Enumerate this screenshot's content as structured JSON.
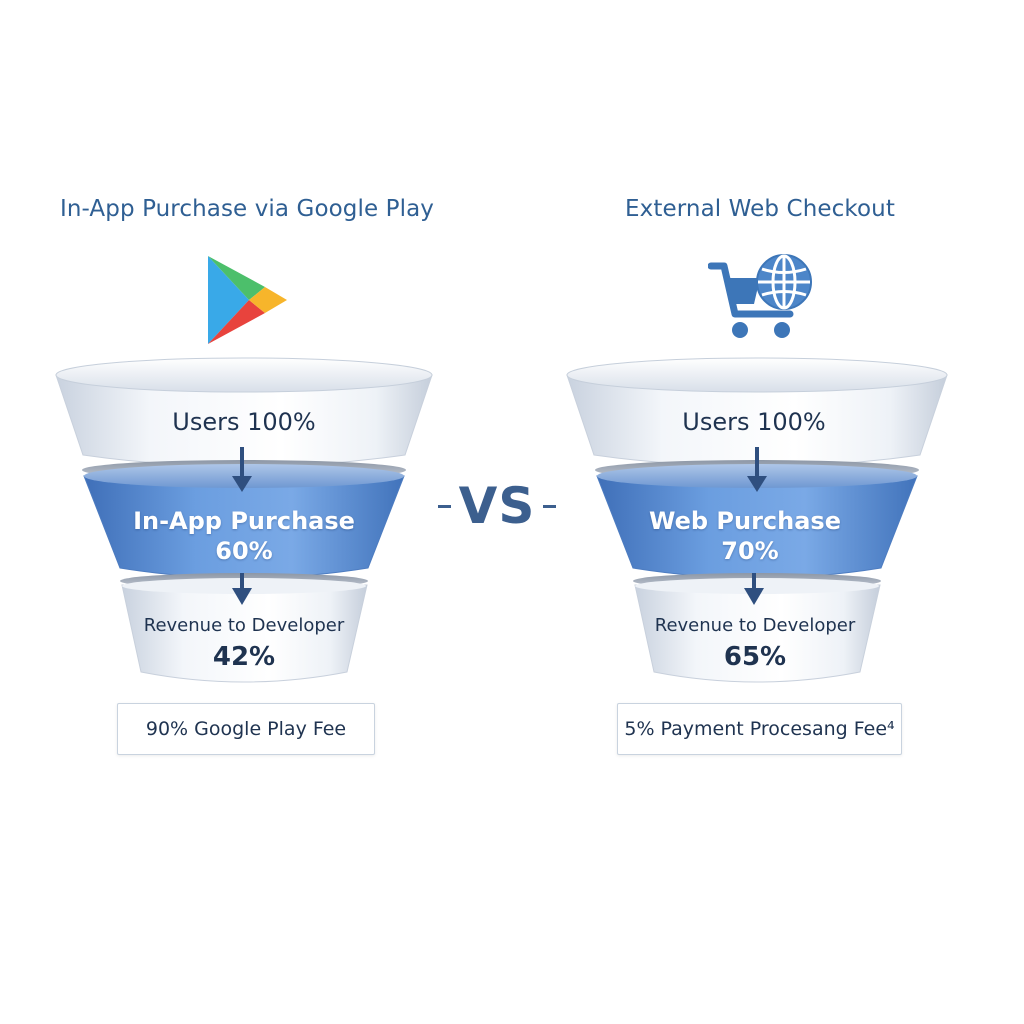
{
  "left": {
    "title": "In-App Purchase via Google Play",
    "icon": "google-play-icon",
    "stages": {
      "users": "Users 100%",
      "purchase_label": "In-App Purchase",
      "purchase_value": "60%",
      "revenue_label": "Revenue to Developer",
      "revenue_value": "42%"
    },
    "fee": "90% Google Play Fee"
  },
  "right": {
    "title": "External Web Checkout",
    "icon": "cart-globe-icon",
    "stages": {
      "users": "Users 100%",
      "purchase_label": "Web Purchase",
      "purchase_value": "70%",
      "revenue_label": "Revenue to Developer",
      "revenue_value": "65%"
    },
    "fee": "5% Payment Procesang Fee⁴"
  },
  "vs": "VS",
  "colors": {
    "title": "#2f5f93",
    "funnel_mid": "#5b8fd6",
    "funnel_light": "#e9eef6",
    "text_dark": "#1f3350",
    "arrow": "#2f4f7f",
    "vs": "#3c5f8e"
  }
}
